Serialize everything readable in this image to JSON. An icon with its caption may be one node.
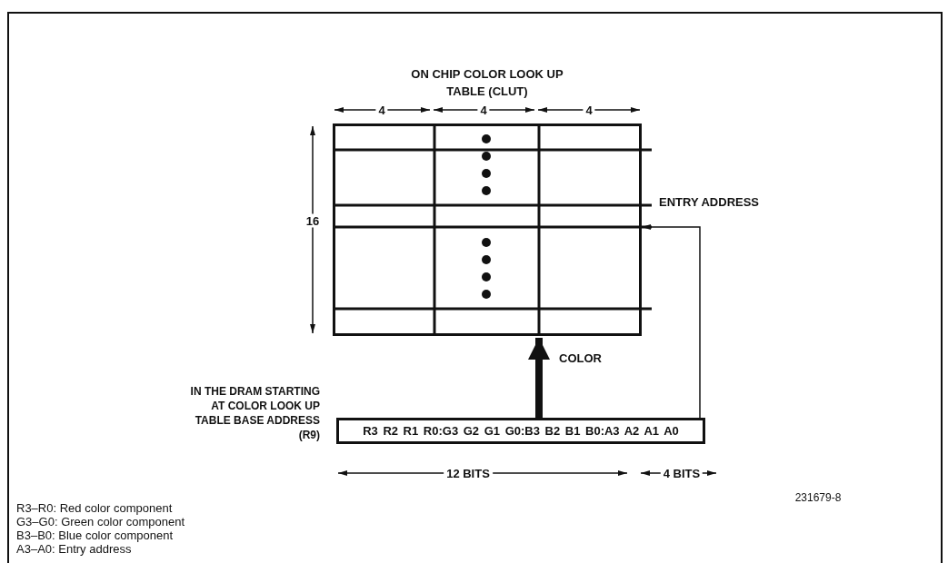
{
  "diagram": {
    "nodes": [
      {
        "text": [
          "ON CHIP COLOR LOOK UP TABLE (CLUT)"
        ]
      },
      {
        "text": [
          "R3 R2 R1 R0:G3 G2 G1 G0:B3 B2 B1 B0:A3 A2 A1 A0"
        ],
        "beside": [
          "IN THE DRAM STARTING AT COLOR LOOK UP TABLE BASE ADDRESS (R9)"
        ]
      }
    ],
    "edges": [
      {
        "from": 1,
        "to": 0,
        "arrow": "to",
        "label": "COLOR",
        "style": "thick"
      },
      {
        "from": 1,
        "to": 0,
        "arrow": "to",
        "label": "ENTRY ADDRESS"
      }
    ],
    "labels": [
      "4",
      "4",
      "4",
      "16",
      "12 BITS",
      "4 BITS",
      "231679-8",
      "R3–R0: Red color component",
      "G3–G0: Green color component",
      "B3–B0: Blue color component",
      "A3–A0: Entry address"
    ]
  }
}
